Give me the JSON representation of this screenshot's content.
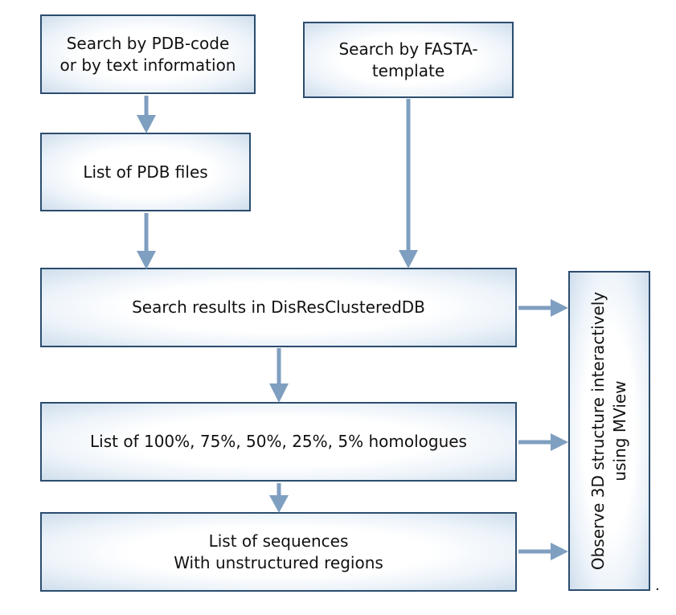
{
  "diagram": {
    "nodes": {
      "search_pdb": "Search by PDB-code\nor by text information",
      "search_fasta": "Search by FASTA-\ntemplate",
      "pdb_files": "List of PDB files",
      "search_results": "Search results in DisResClusteredDB",
      "homologues": "List of 100%, 75%, 50%, 25%, 5% homologues",
      "sequences": "List of sequences\nWith unstructured regions",
      "observe": "Observe 3D structure interactively\nusing MView"
    },
    "trailing_mark": "."
  },
  "colors": {
    "node_border": "#2b4d6e",
    "node_shade": "#cfdeec",
    "arrow": "#7f9fc0"
  }
}
